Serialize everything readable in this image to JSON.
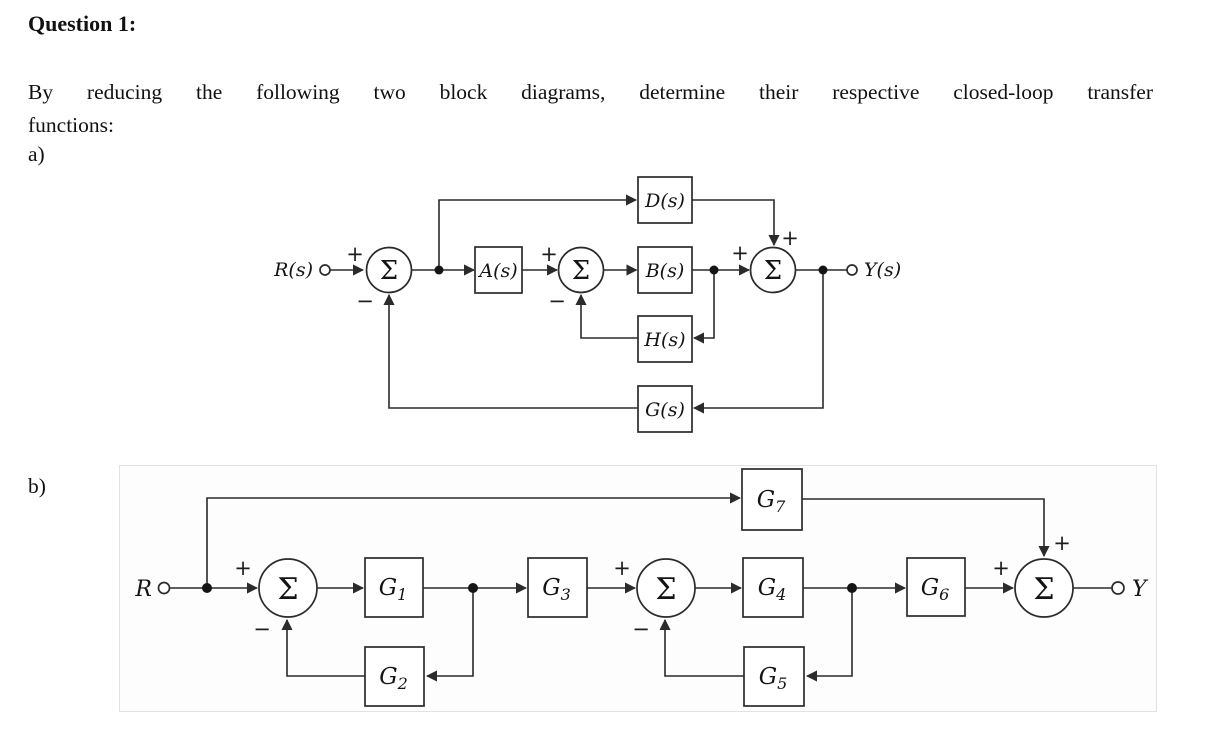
{
  "document": {
    "heading": "Question 1:",
    "intro_line1": "By reducing the following two block diagrams, determine their respective closed-loop transfer",
    "intro_line2": "functions:",
    "part_a_label": "a)",
    "part_b_label": "b)"
  },
  "diagram_a": {
    "input_label": "R(s)",
    "output_label": "Y(s)",
    "summer_symbol": "Σ",
    "signs": {
      "plus": "+",
      "minus": "−"
    },
    "blocks": {
      "D": "D(s)",
      "A": "A(s)",
      "B": "B(s)",
      "H": "H(s)",
      "G": "G(s)"
    }
  },
  "diagram_b": {
    "input_label": "R",
    "output_label": "Y",
    "summer_symbol": "Σ",
    "signs": {
      "plus": "+",
      "minus": "−"
    },
    "blocks": {
      "G1": {
        "base": "G",
        "sub": "1"
      },
      "G2": {
        "base": "G",
        "sub": "2"
      },
      "G3": {
        "base": "G",
        "sub": "3"
      },
      "G4": {
        "base": "G",
        "sub": "4"
      },
      "G5": {
        "base": "G",
        "sub": "5"
      },
      "G6": {
        "base": "G",
        "sub": "6"
      },
      "G7": {
        "base": "G",
        "sub": "7"
      }
    }
  }
}
